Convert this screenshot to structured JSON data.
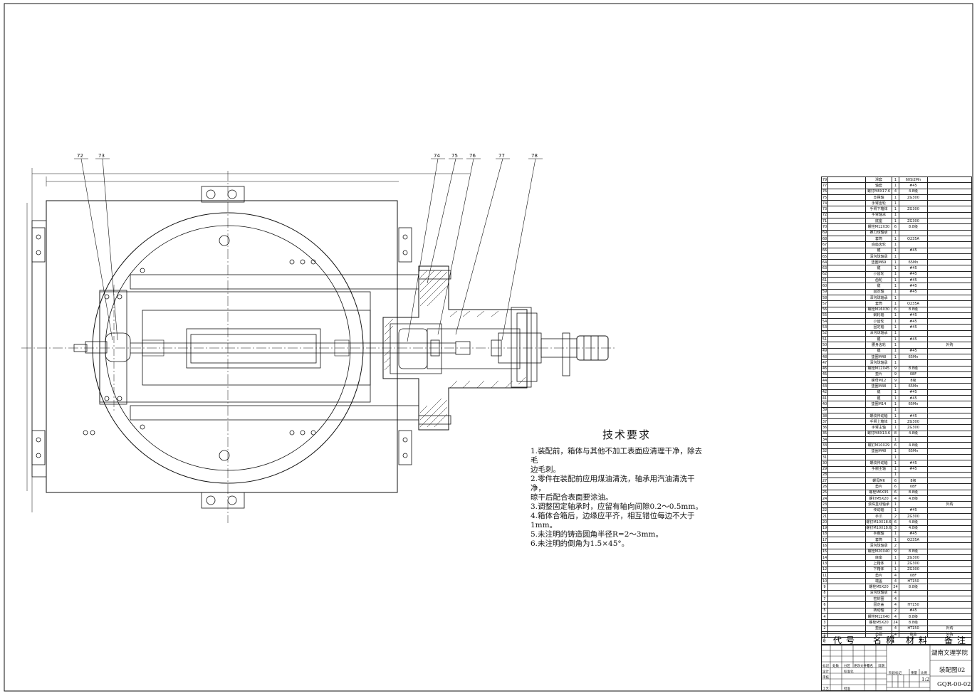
{
  "balloons": [
    "72",
    "73",
    "74",
    "75",
    "76",
    "77",
    "78"
  ],
  "technical_requirements": {
    "title": "技术要求",
    "lines": [
      "1.装配前，箱体与其他不加工表面应清理干净，除去",
      "毛",
      "  边毛刺。",
      "2.零件在装配前应用煤油清洗，轴承用汽油清洗干",
      "净，",
      "  晾干后配合表面要涂油。",
      "3.调整固定轴承时，应留有轴向间隙0.2～0.5mm。",
      "4.箱体合箱后，边缘应平齐，相互错位每边不大于",
      "1mm。",
      "5.未注明的铸造圆角半径R=2～3mm。",
      "6.未注明的倒角为1.5×45°。"
    ]
  },
  "bom": {
    "rows": [
      {
        "no": "79",
        "name": "滑套",
        "qty": "1",
        "mat": "60Si2Mn",
        "note": ""
      },
      {
        "no": "77",
        "name": "轴套",
        "qty": "1",
        "mat": "#45",
        "note": ""
      },
      {
        "no": "76",
        "name": "螺钉M8X17.6",
        "qty": "4",
        "mat": "4.8级",
        "note": ""
      },
      {
        "no": "75",
        "name": "支撑轴",
        "qty": "1",
        "mat": "ZG300",
        "note": ""
      },
      {
        "no": "74",
        "name": "手臂齿轮",
        "qty": "1",
        "mat": "",
        "note": ""
      },
      {
        "no": "73",
        "name": "手臂下箱体",
        "qty": "1",
        "mat": "ZG300",
        "note": ""
      },
      {
        "no": "72",
        "name": "手臂轴承",
        "qty": "1",
        "mat": "",
        "note": ""
      },
      {
        "no": "71",
        "name": "底座",
        "qty": "1",
        "mat": "ZG300",
        "note": ""
      },
      {
        "no": "70",
        "name": "螺栓M12X30",
        "qty": "6",
        "mat": "8.8级",
        "note": ""
      },
      {
        "no": "69",
        "name": "推力球轴承",
        "qty": "1",
        "mat": "",
        "note": ""
      },
      {
        "no": "68",
        "name": "套筒",
        "qty": "1",
        "mat": "Q235A",
        "note": ""
      },
      {
        "no": "67",
        "name": "底座齿轮",
        "qty": "1",
        "mat": "",
        "note": ""
      },
      {
        "no": "66",
        "name": "键",
        "qty": "1",
        "mat": "#45",
        "note": ""
      },
      {
        "no": "65",
        "name": "深沟球轴承",
        "qty": "1",
        "mat": "",
        "note": ""
      },
      {
        "no": "64",
        "name": "垫圈M69",
        "qty": "1",
        "mat": "65Mn",
        "note": ""
      },
      {
        "no": "63",
        "name": "键",
        "qty": "1",
        "mat": "#45",
        "note": ""
      },
      {
        "no": "62",
        "name": "小齿轮",
        "qty": "1",
        "mat": "#45",
        "note": ""
      },
      {
        "no": "61",
        "name": "齿轮",
        "qty": "1",
        "mat": "#45",
        "note": ""
      },
      {
        "no": "60",
        "name": "键",
        "qty": "1",
        "mat": "#45",
        "note": ""
      },
      {
        "no": "59",
        "name": "固定轴",
        "qty": "1",
        "mat": "#45",
        "note": ""
      },
      {
        "no": "58",
        "name": "深沟球轴承",
        "qty": "1",
        "mat": "",
        "note": ""
      },
      {
        "no": "57",
        "name": "套筒",
        "qty": "1",
        "mat": "Q235A",
        "note": ""
      },
      {
        "no": "56",
        "name": "螺栓M16X30",
        "qty": "6",
        "mat": "8.8级",
        "note": ""
      },
      {
        "no": "55",
        "name": "蜗轮轴",
        "qty": "1",
        "mat": "#45",
        "note": ""
      },
      {
        "no": "54",
        "name": "小齿轮",
        "qty": "1",
        "mat": "#45",
        "note": ""
      },
      {
        "no": "53",
        "name": "固定轴",
        "qty": "1",
        "mat": "#45",
        "note": ""
      },
      {
        "no": "52",
        "name": "深沟球轴承",
        "qty": "1",
        "mat": "",
        "note": ""
      },
      {
        "no": "51",
        "name": "键",
        "qty": "1",
        "mat": "#45",
        "note": ""
      },
      {
        "no": "50",
        "name": "腰身齿轮",
        "qty": "1",
        "mat": "",
        "note": "外购"
      },
      {
        "no": "49",
        "name": "键",
        "qty": "1",
        "mat": "#45",
        "note": ""
      },
      {
        "no": "48",
        "name": "垫圈M48",
        "qty": "1",
        "mat": "65Mn",
        "note": ""
      },
      {
        "no": "47",
        "name": "深沟球轴承",
        "qty": "1",
        "mat": "",
        "note": ""
      },
      {
        "no": "46",
        "name": "螺栓M12X45",
        "qty": "9",
        "mat": "8.8级",
        "note": ""
      },
      {
        "no": "45",
        "name": "垫片",
        "qty": "9",
        "mat": "08F",
        "note": ""
      },
      {
        "no": "44",
        "name": "螺母M12",
        "qty": "9",
        "mat": "8级",
        "note": ""
      },
      {
        "no": "43",
        "name": "垫圈M48",
        "qty": "1",
        "mat": "65Mn",
        "note": ""
      },
      {
        "no": "42",
        "name": "键",
        "qty": "1",
        "mat": "#45",
        "note": ""
      },
      {
        "no": "41",
        "name": "键",
        "qty": "1",
        "mat": "#45",
        "note": ""
      },
      {
        "no": "40",
        "name": "垫圈M14",
        "qty": "1",
        "mat": "65Mn",
        "note": ""
      },
      {
        "no": "39",
        "name": "",
        "qty": "1",
        "mat": "",
        "note": ""
      },
      {
        "no": "38",
        "name": "螺纹传动轴",
        "qty": "1",
        "mat": "#45",
        "note": ""
      },
      {
        "no": "37",
        "name": "手臂上箱体",
        "qty": "1",
        "mat": "ZG300",
        "note": ""
      },
      {
        "no": "36",
        "name": "手臂主轴",
        "qty": "1",
        "mat": "ZG300",
        "note": ""
      },
      {
        "no": "35",
        "name": "螺钉M8X13.6",
        "qty": "8",
        "mat": "4.8级",
        "note": ""
      },
      {
        "no": "34",
        "name": "",
        "qty": "1",
        "mat": "",
        "note": ""
      },
      {
        "no": "33",
        "name": "螺钉M10X29",
        "qty": "6",
        "mat": "4.8级",
        "note": ""
      },
      {
        "no": "32",
        "name": "垫圈M48",
        "qty": "1",
        "mat": "65Mn",
        "note": ""
      },
      {
        "no": "31",
        "name": "",
        "qty": "1",
        "mat": "",
        "note": ""
      },
      {
        "no": "30",
        "name": "螺纹传动轴",
        "qty": "1",
        "mat": "#45",
        "note": ""
      },
      {
        "no": "29",
        "name": "手腕主轴",
        "qty": "1",
        "mat": "#45",
        "note": ""
      },
      {
        "no": "28",
        "name": "",
        "qty": "1",
        "mat": "",
        "note": ""
      },
      {
        "no": "27",
        "name": "螺母M6",
        "qty": "6",
        "mat": "8级",
        "note": ""
      },
      {
        "no": "26",
        "name": "垫片",
        "qty": "6",
        "mat": "08F",
        "note": ""
      },
      {
        "no": "25",
        "name": "螺栓M6X35",
        "qty": "6",
        "mat": "8.8级",
        "note": ""
      },
      {
        "no": "24",
        "name": "螺钉M5X20",
        "qty": "4",
        "mat": "4.8级",
        "note": ""
      },
      {
        "no": "23",
        "name": "滚珠直线轴承",
        "qty": "1",
        "mat": "",
        "note": "外购"
      },
      {
        "no": "22",
        "name": "传动轴",
        "qty": "1",
        "mat": "#45",
        "note": ""
      },
      {
        "no": "21",
        "name": "手爪",
        "qty": "2",
        "mat": "ZG300",
        "note": ""
      },
      {
        "no": "20",
        "name": "螺钉M10X18.6",
        "qty": "6",
        "mat": "4.8级",
        "note": ""
      },
      {
        "no": "19",
        "name": "螺钉M10X18.6",
        "qty": "3",
        "mat": "4.8级",
        "note": ""
      },
      {
        "no": "18",
        "name": "手腕轴",
        "qty": "1",
        "mat": "#45",
        "note": ""
      },
      {
        "no": "17",
        "name": "套筒",
        "qty": "1",
        "mat": "Q235A",
        "note": ""
      },
      {
        "no": "16",
        "name": "深沟球轴承",
        "qty": "2",
        "mat": "",
        "note": ""
      },
      {
        "no": "15",
        "name": "螺栓M20X40",
        "qty": "9",
        "mat": "8.8级",
        "note": ""
      },
      {
        "no": "14",
        "name": "底座",
        "qty": "1",
        "mat": "ZG300",
        "note": ""
      },
      {
        "no": "13",
        "name": "上箱体",
        "qty": "1",
        "mat": "ZG300",
        "note": ""
      },
      {
        "no": "12",
        "name": "下箱体",
        "qty": "1",
        "mat": "ZG300",
        "note": ""
      },
      {
        "no": "11",
        "name": "垫片",
        "qty": "4",
        "mat": "08F",
        "note": ""
      },
      {
        "no": "10",
        "name": "端盖",
        "qty": "4",
        "mat": "HT150",
        "note": ""
      },
      {
        "no": "9",
        "name": "螺栓M5X20",
        "qty": "24",
        "mat": "8.8级",
        "note": ""
      },
      {
        "no": "8",
        "name": "深沟球轴承",
        "qty": "4",
        "mat": "",
        "note": ""
      },
      {
        "no": "7",
        "name": "密封圈",
        "qty": "4",
        "mat": "",
        "note": ""
      },
      {
        "no": "6",
        "name": "固定盖",
        "qty": "4",
        "mat": "HT150",
        "note": ""
      },
      {
        "no": "5",
        "name": "转动轴",
        "qty": "2",
        "mat": "#45",
        "note": ""
      },
      {
        "no": "4",
        "name": "螺栓M12X40",
        "qty": "4",
        "mat": "8.8级",
        "note": ""
      },
      {
        "no": "3",
        "name": "螺栓M5X20",
        "qty": "24",
        "mat": "8.8级",
        "note": ""
      },
      {
        "no": "2",
        "name": "垫圈",
        "qty": "4",
        "mat": "HT150",
        "note": "外购"
      },
      {
        "no": "1",
        "name": "垫圈",
        "qty": "4",
        "mat": "橡胶",
        "note": "外购"
      }
    ],
    "header": {
      "no": "序号",
      "code": "代号",
      "name": "名称",
      "qty": "数量",
      "mat": "材料",
      "note": "备注"
    }
  },
  "title_block": {
    "school": "湖南文理学院",
    "drawing_name": "装配图02",
    "drawing_no": "GQR-00-02",
    "scale": "1:2",
    "labels": {
      "mark": "标记",
      "count": "处数",
      "zone": "分区",
      "doc": "更改文件号",
      "sign": "签名",
      "date": "日期",
      "design": "设计",
      "check": "审核",
      "process": "工艺",
      "standard": "标准化",
      "approve": "批准",
      "stage": "阶段标记",
      "weight": "重量",
      "ratio": "比例"
    }
  }
}
